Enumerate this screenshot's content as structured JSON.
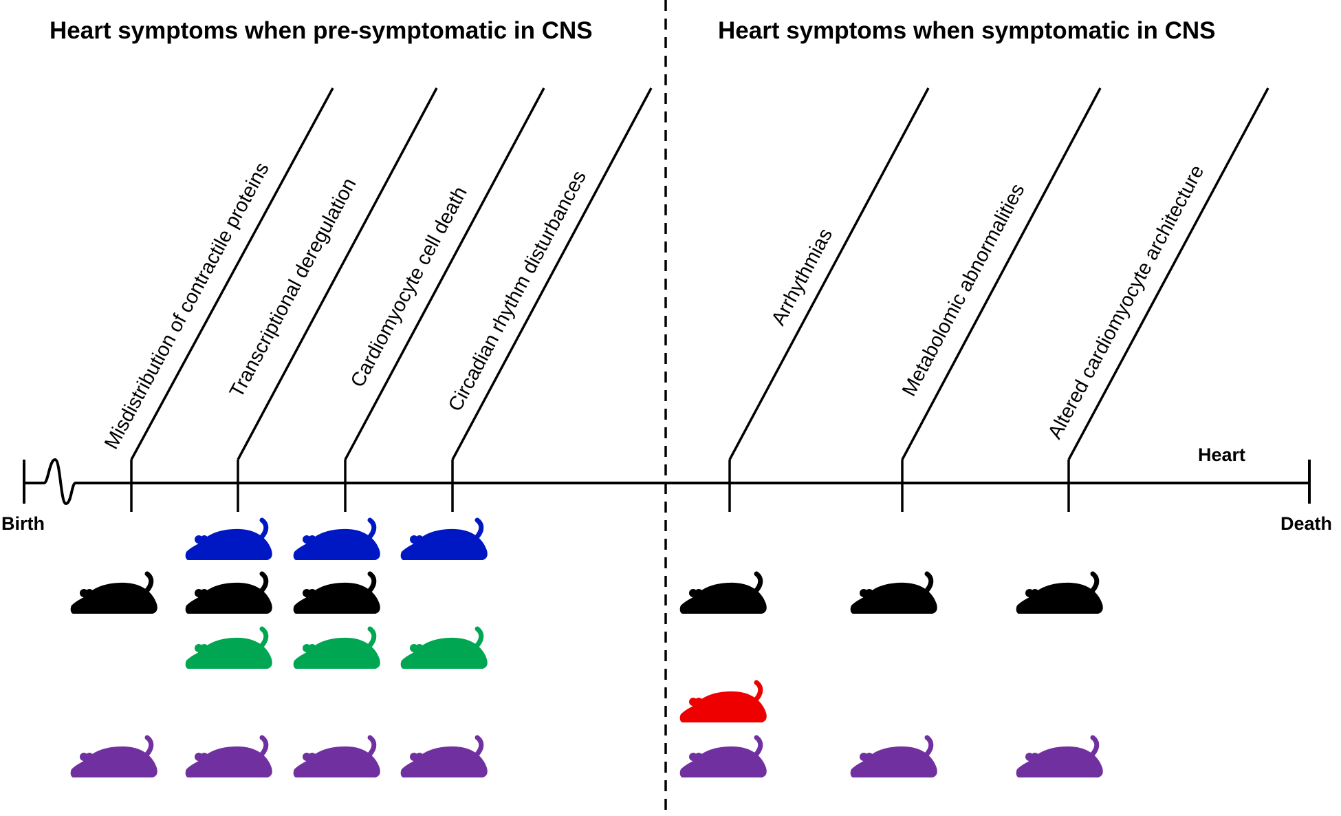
{
  "titles": {
    "left": "Heart symptoms when pre-symptomatic in CNS",
    "right": "Heart symptoms when symptomatic in CNS"
  },
  "timeline": {
    "start_label": "Birth",
    "end_label": "Death",
    "organ_label": "Heart"
  },
  "phenotypes": [
    "Misdistribution of contractile proteins",
    "Transcriptional deregulation",
    "Cardiomyocyte cell death",
    "Circadian rhythm disturbances",
    "Arrhythmias",
    "Metabolomic abnormalities",
    "Altered cardiomyocyte architecture"
  ],
  "mouse_colors": {
    "blue": "#0018c4",
    "black": "#000000",
    "green": "#00a651",
    "red": "#ee0000",
    "purple": "#7030a0"
  },
  "mouse_rows": [
    {
      "color": "blue",
      "phenotypes": [
        1,
        2,
        3
      ]
    },
    {
      "color": "black",
      "phenotypes": [
        0,
        1,
        2,
        4,
        5,
        6
      ]
    },
    {
      "color": "green",
      "phenotypes": [
        1,
        2,
        3
      ]
    },
    {
      "color": "red",
      "phenotypes": [
        4
      ]
    },
    {
      "color": "purple",
      "phenotypes": [
        0,
        1,
        2,
        3,
        4,
        5,
        6
      ]
    }
  ]
}
